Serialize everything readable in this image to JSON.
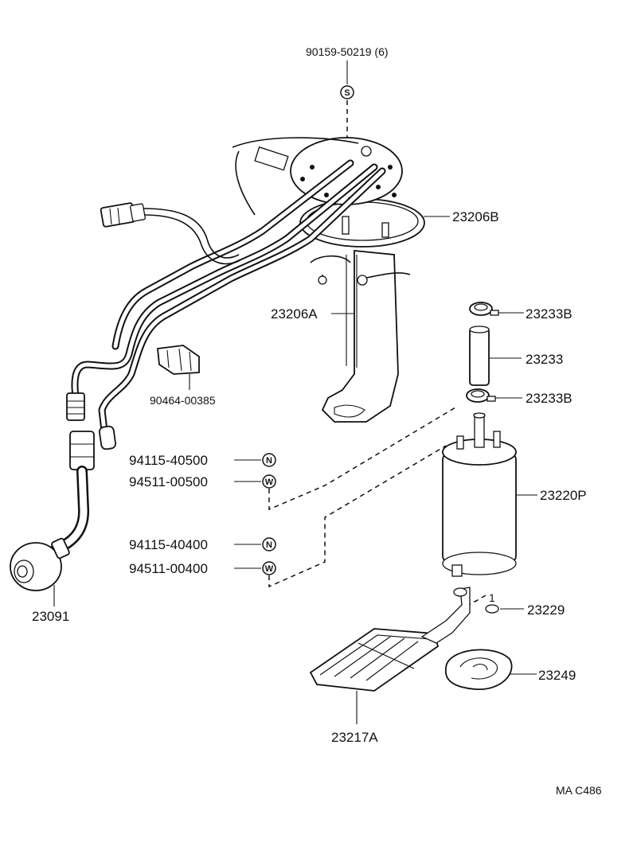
{
  "diagram": {
    "labels": {
      "screw": "90159-50219 (6)",
      "pump_bracket_top": "23206B",
      "pump_bracket": "23206A",
      "clip_upper": "23233B",
      "hose": "23233",
      "clip_lower": "23233B",
      "clamp": "90464-00385",
      "nut_1": "94115-40500",
      "washer_1": "94511-00500",
      "nut_2": "94115-40400",
      "washer_2": "94511-00400",
      "fuel_pump": "23220P",
      "fuel_hose_assy": "23091",
      "small_part": "23229",
      "cushion": "23249",
      "filter": "23217A",
      "quantity_one": "1",
      "footer_code": "MA  C486"
    },
    "symbols": {
      "screw": "S",
      "nut": "N",
      "washer": "W"
    }
  }
}
